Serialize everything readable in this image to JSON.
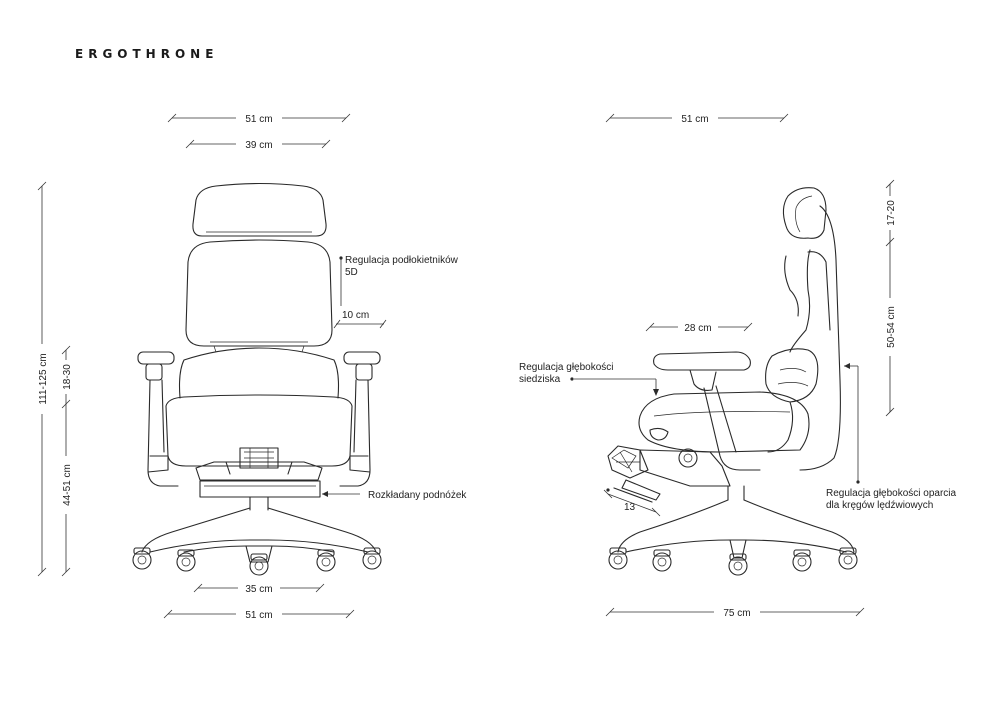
{
  "brand": "ERGOTHRONE",
  "front": {
    "width_total": "51 cm",
    "backrest_width": "39 cm",
    "armrest_label": "Regulacja podłokietników",
    "armrest_label2": "5D",
    "armrest_height": "10 cm",
    "height_total": "111-125 cm",
    "armrest_range": "18-30",
    "seat_height": "44-51 cm",
    "footrest_label": "Rozkładany podnóżek",
    "base_inner": "35 cm",
    "base_width": "51 cm"
  },
  "side": {
    "width_total": "51 cm",
    "arm_depth": "28 cm",
    "headrest": "17-20",
    "backrest_height": "50-54 cm",
    "seat_depth_label": "Regulacja głębokości",
    "seat_depth_label2": "siedziska",
    "footrest_ext": "13",
    "lumbar_label": "Regulacja głębokości oparcia",
    "lumbar_label2": "dla kręgów lędźwiowych",
    "depth_total": "75 cm"
  }
}
